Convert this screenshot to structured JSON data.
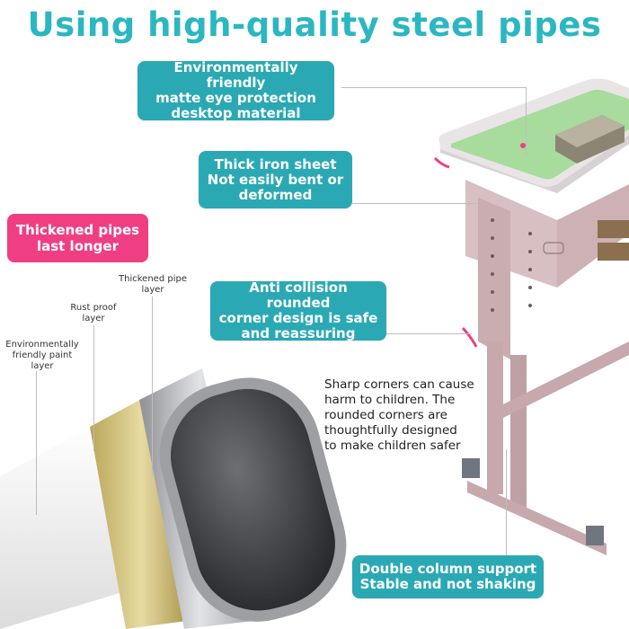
{
  "title": "Using high-quality steel pipes",
  "callouts": {
    "desktop_material": [
      "Environmentally friendly",
      "matte eye protection",
      "desktop material"
    ],
    "iron_sheet": [
      "Thick iron sheet",
      "Not easily bent or",
      "deformed"
    ],
    "thickened_pipes": [
      "Thickened pipes",
      "last longer"
    ],
    "anti_collision": [
      "Anti collision rounded",
      "corner design is safe",
      "and reassuring"
    ],
    "double_column": [
      "Double column support",
      "Stable and not shaking"
    ]
  },
  "layer_labels": {
    "pipe_layer": [
      "Thickened pipe",
      "layer"
    ],
    "rust_proof": [
      "Rust proof",
      "layer"
    ],
    "paint_layer": [
      "Environmentally",
      "friendly paint",
      "layer"
    ]
  },
  "note": [
    "Sharp corners can cause",
    "harm to children. The",
    "rounded corners are",
    "thoughtfully designed",
    "to make children safer"
  ],
  "colors": {
    "teal": "#2aa9b4",
    "title_teal": "#2bb7c1",
    "pink": "#ef3f82",
    "desk_green": "#a7dc9c",
    "frame_pink_gray": "#c7a9ad"
  },
  "icons": {
    "desk": "school-desk-illustration",
    "pipe": "oval-steel-pipe-cross-section"
  }
}
